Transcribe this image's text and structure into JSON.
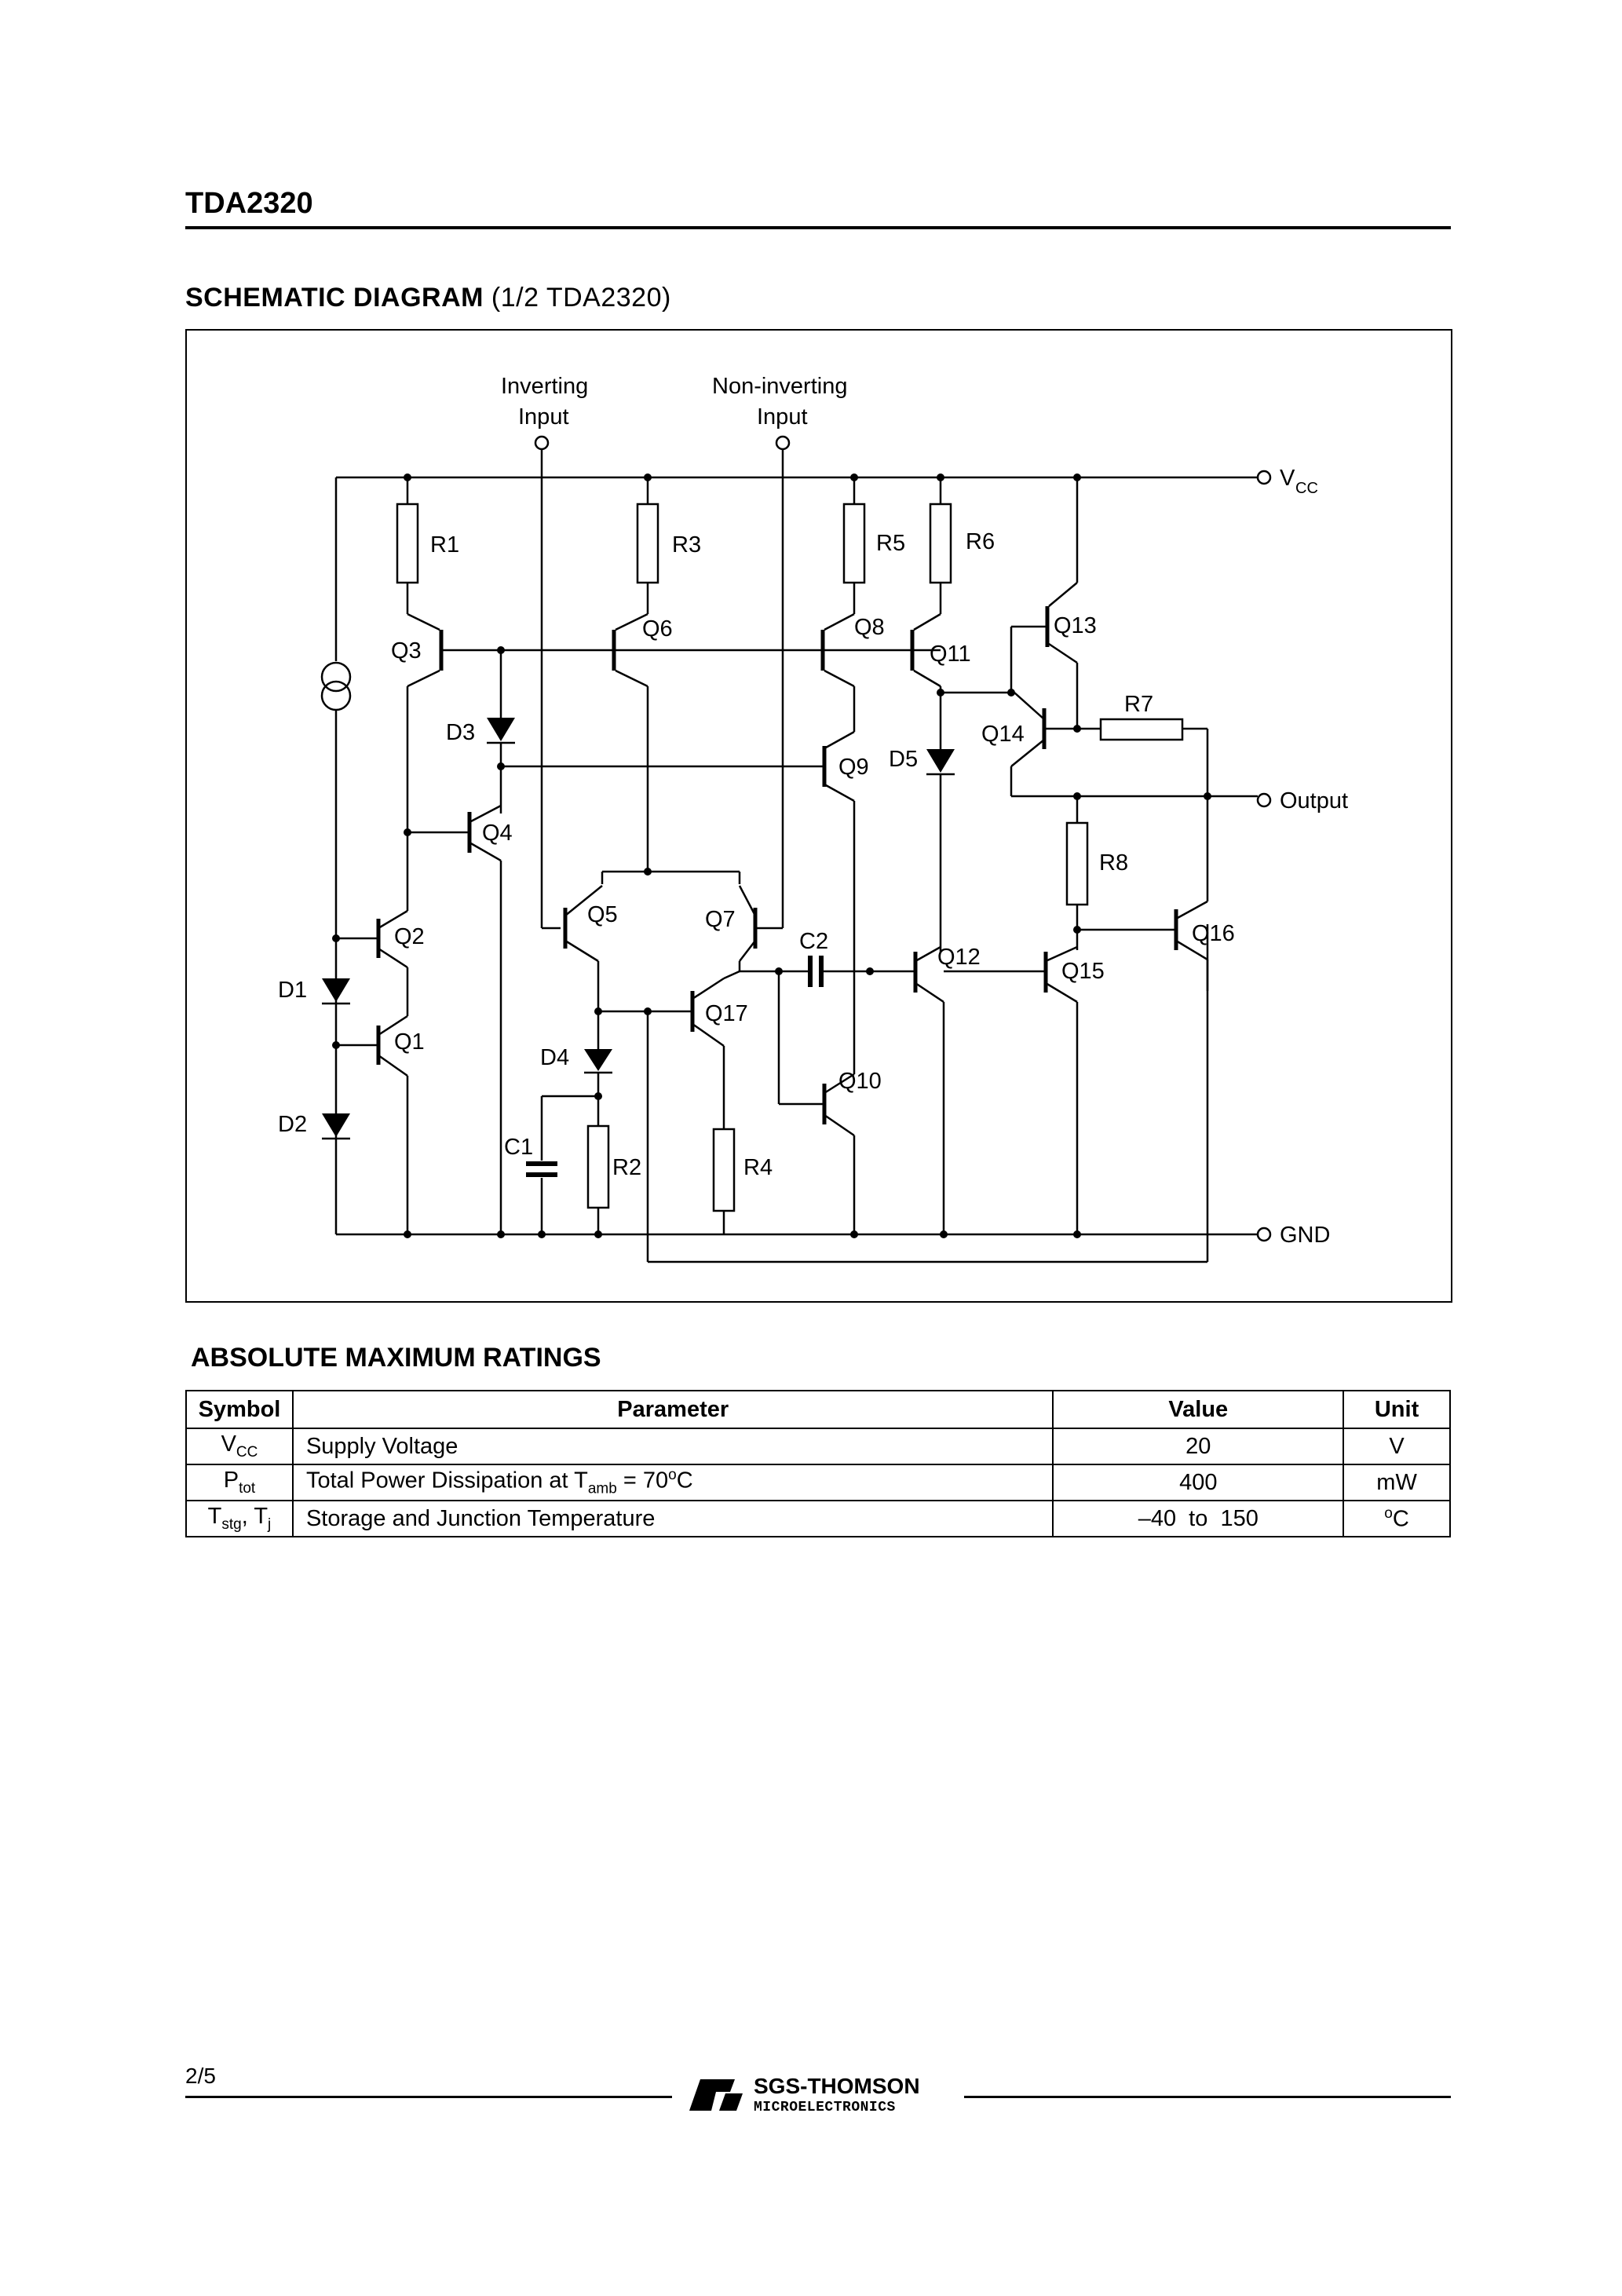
{
  "header": {
    "title": "TDA2320"
  },
  "schematic": {
    "heading": "SCHEMATIC DIAGRAM",
    "heading_suffix": "(1/2 TDA2320)",
    "labels": {
      "inverting_1": "Inverting",
      "inverting_2": "Input",
      "noninv_1": "Non-inverting",
      "noninv_2": "Input",
      "vcc": "V",
      "vcc_sub": "CC",
      "output": "Output",
      "gnd": "GND",
      "R1": "R1",
      "R2": "R2",
      "R3": "R3",
      "R4": "R4",
      "R5": "R5",
      "R6": "R6",
      "R7": "R7",
      "R8": "R8",
      "C1": "C1",
      "C2": "C2",
      "D1": "D1",
      "D2": "D2",
      "D3": "D3",
      "D4": "D4",
      "D5": "D5",
      "Q1": "Q1",
      "Q2": "Q2",
      "Q3": "Q3",
      "Q4": "Q4",
      "Q5": "Q5",
      "Q6": "Q6",
      "Q7": "Q7",
      "Q8": "Q8",
      "Q9": "Q9",
      "Q10": "Q10",
      "Q11": "Q11",
      "Q12": "Q12",
      "Q13": "Q13",
      "Q14": "Q14",
      "Q15": "Q15",
      "Q16": "Q16",
      "Q17": "Q17"
    }
  },
  "ratings": {
    "heading": "ABSOLUTE MAXIMUM RATINGS",
    "columns": [
      "Symbol",
      "Parameter",
      "Value",
      "Unit"
    ],
    "rows": [
      {
        "symbol": "V",
        "symbol_sub": "CC",
        "symbol_rest": "",
        "symbol_rest_sub": "",
        "parameter": "Supply Voltage",
        "parameter_sub": "",
        "parameter_tail": "",
        "parameter_sup": "",
        "parameter_end": "",
        "value": "20",
        "unit_sup": "",
        "unit": "V"
      },
      {
        "symbol": "P",
        "symbol_sub": "tot",
        "symbol_rest": "",
        "symbol_rest_sub": "",
        "parameter": "Total Power Dissipation at T",
        "parameter_sub": "amb",
        "parameter_tail": " = 70",
        "parameter_sup": "o",
        "parameter_end": "C",
        "value": "400",
        "unit_sup": "",
        "unit": "mW"
      },
      {
        "symbol": "T",
        "symbol_sub": "stg",
        "symbol_rest": ", T",
        "symbol_rest_sub": "j",
        "parameter": "Storage and Junction Temperature",
        "parameter_sub": "",
        "parameter_tail": "",
        "parameter_sup": "",
        "parameter_end": "",
        "value": "–40  to  150",
        "unit_sup": "o",
        "unit": "C"
      }
    ]
  },
  "footer": {
    "page_number": "2/5",
    "logo_text_1": "SGS-THOMSON",
    "logo_text_2": "MICROELECTRONICS",
    "logo_mark": "ST"
  }
}
